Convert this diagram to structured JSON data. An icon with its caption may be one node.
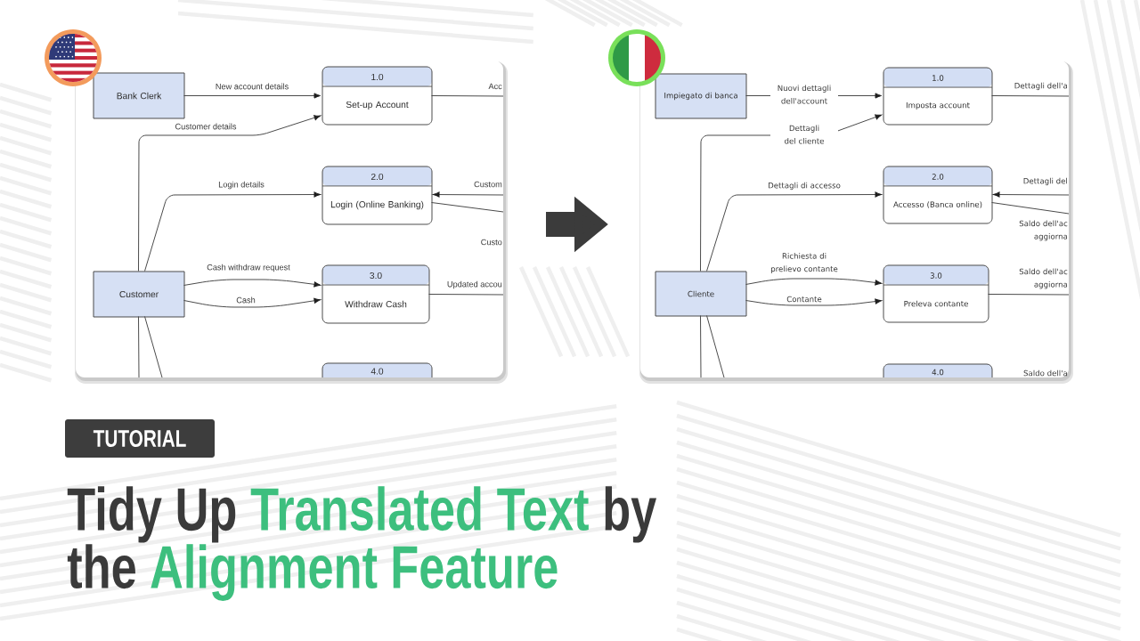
{
  "diagram": {
    "title": "Tidy Up *Translated Text* by the *Alignment Feature*",
    "nodes": [
      {
        "text": [],
        "shape": "box"
      },
      {
        "text": [
          "Bank Clerk"
        ],
        "in": 0
      },
      {
        "text": [
          "1.0",
          "Set-up Account"
        ],
        "in": 0
      },
      {
        "text": [
          "2.0",
          "Login (Online Banking)"
        ],
        "in": 0
      },
      {
        "text": [
          "Customer"
        ],
        "in": 0
      },
      {
        "text": [
          "3.0",
          "Withdraw Cash"
        ],
        "in": 0
      },
      {
        "text": [
          "4.0"
        ],
        "in": 0
      },
      {
        "text": [],
        "shape": "box"
      },
      {
        "text": [
          "Impiegato di banca"
        ],
        "in": 7
      },
      {
        "text": [
          "1.0",
          "Imposta account"
        ],
        "in": 7
      },
      {
        "text": [
          "2.0",
          "Accesso (Banca online)"
        ],
        "in": 7
      },
      {
        "text": [
          "Cliente"
        ],
        "in": 7
      },
      {
        "text": [
          "3.0",
          "Preleva contante"
        ],
        "in": 7
      },
      {
        "text": [
          "4.0"
        ],
        "in": 7
      },
      {
        "text": [
          "TUTORIAL"
        ]
      }
    ],
    "edges": [
      {
        "from": 1,
        "to": 2,
        "arrow": "to",
        "label": "New account details"
      },
      {
        "from": 4,
        "to": 2,
        "arrow": "to",
        "label": "Customer details"
      },
      {
        "from": 4,
        "to": 3,
        "arrow": "to",
        "label": "Login details"
      },
      {
        "from": 4,
        "to": 5,
        "arrow": "to",
        "label": "Cash withdraw request"
      },
      {
        "from": 4,
        "to": 5,
        "arrow": "to",
        "label": "Cash"
      },
      {
        "from": 2,
        "to": null,
        "arrow": "none",
        "label": "Acc"
      },
      {
        "from": null,
        "to": 3,
        "arrow": "to",
        "label": "Custom"
      },
      {
        "from": 3,
        "to": null,
        "arrow": "none",
        "label": "Custo"
      },
      {
        "from": 5,
        "to": null,
        "arrow": "none",
        "label": "Updated accou"
      },
      {
        "from": 4,
        "to": null,
        "arrow": "none"
      },
      {
        "from": 4,
        "to": null,
        "arrow": "none"
      },
      {
        "from": 8,
        "to": 9,
        "arrow": "to",
        "label": "Nuovi dettagli dell'account"
      },
      {
        "from": 11,
        "to": 9,
        "arrow": "to",
        "label": "Dettagli del cliente"
      },
      {
        "from": 11,
        "to": 10,
        "arrow": "to",
        "label": "Dettagli di accesso"
      },
      {
        "from": 11,
        "to": 12,
        "arrow": "to",
        "label": "Richiesta di prelievo contante"
      },
      {
        "from": 11,
        "to": 12,
        "arrow": "to",
        "label": "Contante"
      },
      {
        "from": 9,
        "to": null,
        "arrow": "none",
        "label": "Dettagli dell'a"
      },
      {
        "from": null,
        "to": 10,
        "arrow": "to",
        "label": "Dettagli del"
      },
      {
        "from": 10,
        "to": null,
        "arrow": "none",
        "label": "Saldo dell'ac aggiorna"
      },
      {
        "from": 12,
        "to": null,
        "arrow": "none",
        "label": "Saldo dell'ac aggiorna"
      },
      {
        "from": 11,
        "to": null,
        "arrow": "none"
      },
      {
        "from": 11,
        "to": null,
        "arrow": "none"
      },
      {
        "from": 0,
        "to": 7,
        "arrow": "to",
        "style": "thick",
        "color": "#3b3b3b"
      }
    ],
    "labels": [
      "Saldo dell'a"
    ]
  }
}
